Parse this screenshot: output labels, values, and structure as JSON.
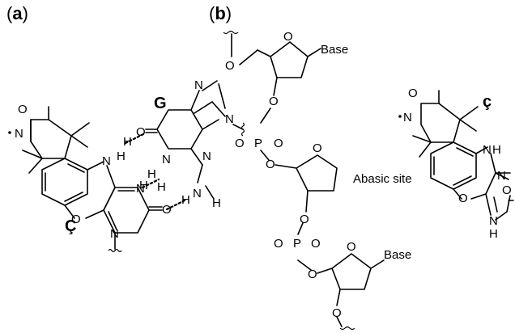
{
  "panels": {
    "a": {
      "open": "(",
      "letter": "a",
      "close": ")"
    },
    "b": {
      "open": "(",
      "letter": "b",
      "close": ")"
    }
  },
  "panel_a": {
    "label_cap_c": "Ç",
    "label_g": "G",
    "atom_n_oxyl": "N",
    "atom_o_oxyl": "O",
    "atom_nh_n": "N",
    "atom_nh_h": "H",
    "atom_o_ring": "O",
    "atom_n_ring": "N",
    "atom_n1": "N",
    "atom_o_carbonyl": "O",
    "g_o6": "O",
    "g_n1": "N",
    "g_h1": "H",
    "g_n2": "N",
    "g_h2a": "H",
    "g_h2b": "H",
    "g_n3": "N",
    "g_n7": "N",
    "g_n9": "N",
    "hb_h1": "H",
    "hb_h2": "H",
    "hb_h3": "H"
  },
  "panel_b": {
    "base_top": "Base",
    "base_bottom": "Base",
    "abasic_label": "Abasic site",
    "label_small_c": "ç",
    "o_top_5": "O",
    "o_ring_1": "O",
    "o_3_1": "O",
    "p1_o_left": "O",
    "p1_p": "P",
    "p1_o_right": "O",
    "o_5_2": "O",
    "o_ring_2": "O",
    "o_3_2": "O",
    "p2_o_left": "O",
    "p2_p": "P",
    "p2_o_right": "O",
    "o_5_3": "O",
    "o_ring_3": "O",
    "o_3_3": "O",
    "c_n_oxyl": "N",
    "c_o_oxyl": "O",
    "c_nh_n": "N",
    "c_nh_h": "H",
    "c_o_ring": "O",
    "c_n_ring": "N",
    "c_n1": "N",
    "c_h1": "H",
    "c_o_carbonyl": "O"
  }
}
